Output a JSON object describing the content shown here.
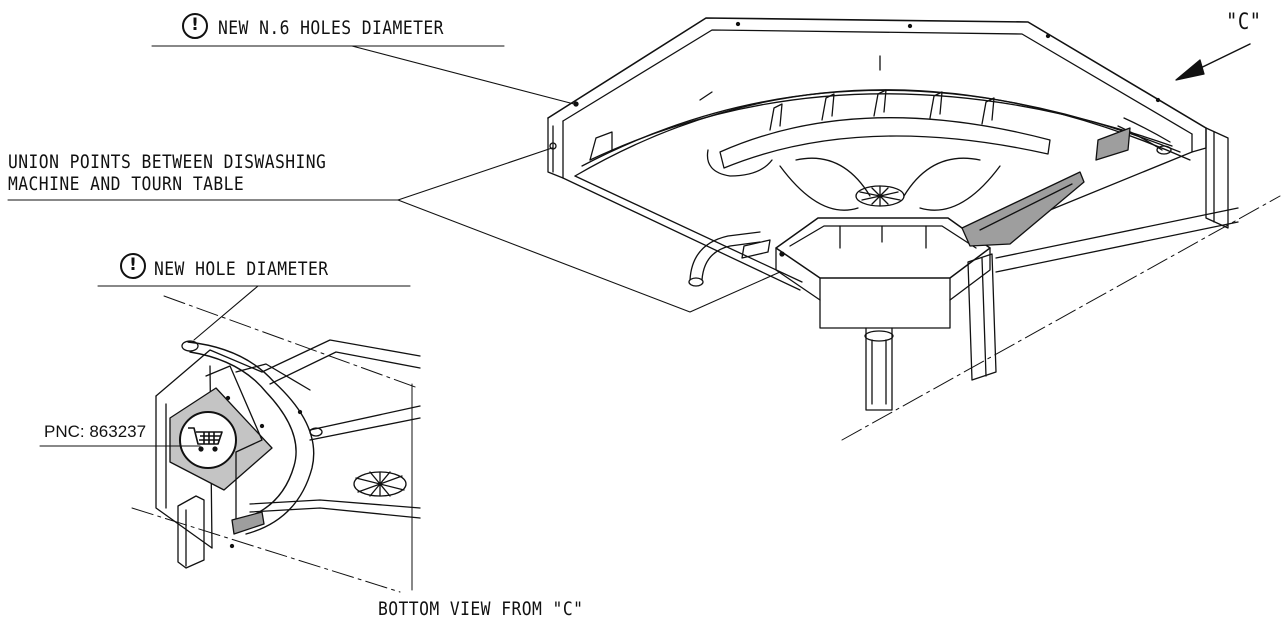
{
  "labels": {
    "new_holes": "NEW N.6 HOLES DIAMETER",
    "view_c": "\"C\"",
    "union_line1": "UNION POINTS BETWEEN DISWASHING",
    "union_line2": "MACHINE AND TOURN TABLE",
    "new_hole": "NEW HOLE DIAMETER",
    "pnc": "PNC: 863237",
    "bottom_view": "BOTTOM VIEW FROM \"C\""
  },
  "icons": {
    "notice_glyph": "!",
    "notice": "exclamation-circle-icon",
    "accessory": "shopping-cart-icon"
  },
  "colors": {
    "line": "#111111",
    "panel_fill": "#c4c4c4",
    "shade": "#9e9e9e"
  }
}
